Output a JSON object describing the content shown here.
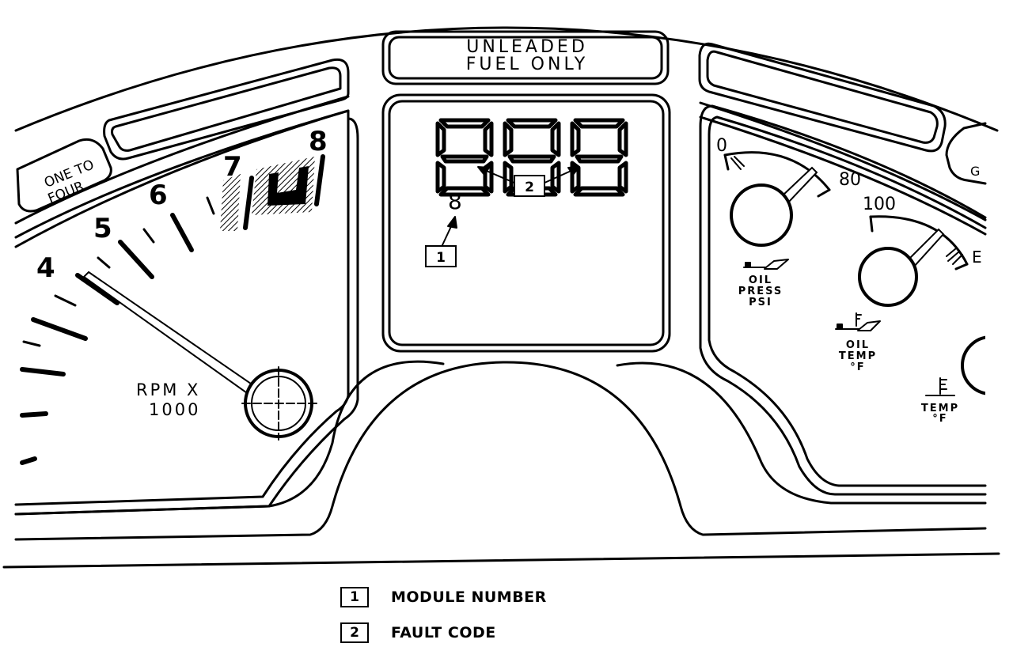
{
  "cluster": {
    "fuel_label_line1": "UNLEADED",
    "fuel_label_line2": "FUEL ONLY",
    "shift_light_line1": "ONE TO",
    "shift_light_line2": "FOUR",
    "right_clip_text": "G",
    "tachometer": {
      "scale_numbers": [
        "4",
        "5",
        "6",
        "7",
        "8"
      ],
      "unit_line1": "RPM X",
      "unit_line2": "1000"
    },
    "display": {
      "fault_code_digits": "888",
      "module_digit": "8",
      "callout_fault": "2",
      "callout_module": "1"
    },
    "oil_pressure": {
      "min": "0",
      "max": "80",
      "label_line1": "OIL",
      "label_line2": "PRESS",
      "label_line3": "PSI"
    },
    "oil_temp": {
      "scale_top": "100",
      "scale_right": "E",
      "label_line1": "OIL",
      "label_line2": "TEMP",
      "label_line3": "°F"
    },
    "coolant_temp": {
      "label_line1": "TEMP",
      "label_line2": "°F"
    }
  },
  "legend": [
    {
      "number": "1",
      "label": "MODULE NUMBER"
    },
    {
      "number": "2",
      "label": "FAULT CODE"
    }
  ]
}
